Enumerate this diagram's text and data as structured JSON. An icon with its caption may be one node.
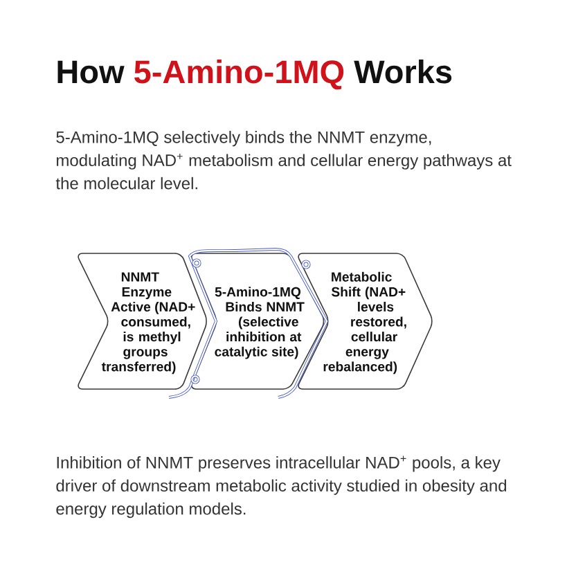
{
  "diagram": {
    "title": "How **5-Amino-1MQ** Works",
    "nodes": [
      {
        "text": [
          "NNMT Enzyme Active (NAD+ consumed, is methyl groups transferred)"
        ]
      },
      {
        "text": [
          "5-Amino-1MQ Binds NNMT (selective inhibition at catalytic site)"
        ]
      },
      {
        "text": [
          "Metabolic Shift (NAD+ levels restored, cellular energy rebalanced)"
        ]
      }
    ],
    "labels": [
      "5-Amino-1MQ selectively binds the NNMT enzyme, modulating NAD$^{+}$ metabolism and cellular energy pathways at the molecular level.",
      "Inhibition of NNMT preserves intracellular NAD$^{+}$ pools, a key driver of downstream metabolic activity studied in obesity and energy regulation models."
    ]
  }
}
